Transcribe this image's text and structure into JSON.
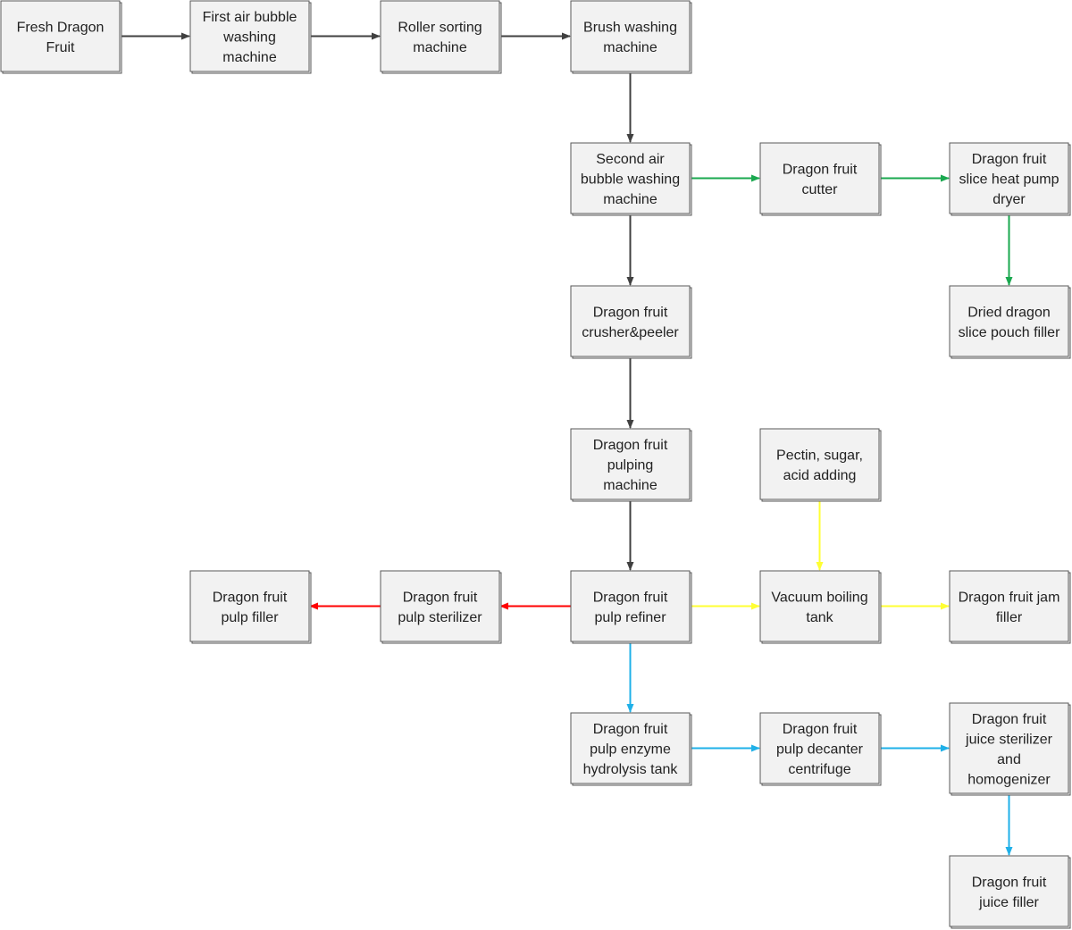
{
  "colors": {
    "main": "#404040",
    "slice": "#1aa84f",
    "jam": "#ffff33",
    "pulp": "#ff0000",
    "juice": "#1fb0e8"
  },
  "nodes": {
    "fresh": [
      "Fresh Dragon",
      "Fruit"
    ],
    "bubble1": [
      "First air bubble",
      "washing",
      "machine"
    ],
    "roller": [
      "Roller sorting",
      "machine"
    ],
    "brush": [
      "Brush washing",
      "machine"
    ],
    "bubble2": [
      "Second air",
      "bubble washing",
      "machine"
    ],
    "cutter": [
      "Dragon fruit",
      "cutter"
    ],
    "dryer": [
      "Dragon fruit",
      "slice heat pump",
      "dryer"
    ],
    "pouch": [
      "Dried dragon",
      "slice pouch filler"
    ],
    "crusher": [
      "Dragon fruit",
      "crusher&peeler"
    ],
    "pulping": [
      "Dragon fruit",
      "pulping",
      "machine"
    ],
    "pectin": [
      "Pectin, sugar,",
      "acid adding"
    ],
    "refiner": [
      "Dragon fruit",
      "pulp refiner"
    ],
    "boiling": [
      "Vacuum boiling",
      "tank"
    ],
    "jam": [
      "Dragon fruit jam",
      "filler"
    ],
    "sterilizer": [
      "Dragon fruit",
      "pulp sterilizer"
    ],
    "pulpfiller": [
      "Dragon fruit",
      "pulp filler"
    ],
    "enzyme": [
      "Dragon fruit",
      "pulp enzyme",
      "hydrolysis tank"
    ],
    "decanter": [
      "Dragon fruit",
      "pulp decanter",
      "centrifuge"
    ],
    "juicester": [
      "Dragon fruit",
      "juice sterilizer",
      "and",
      "homogenizer"
    ],
    "juicefiller": [
      "Dragon fruit",
      "juice filler"
    ]
  },
  "edges": [
    {
      "from": "fresh",
      "to": "bubble1",
      "color": "main"
    },
    {
      "from": "bubble1",
      "to": "roller",
      "color": "main"
    },
    {
      "from": "roller",
      "to": "brush",
      "color": "main"
    },
    {
      "from": "brush",
      "to": "bubble2",
      "color": "main"
    },
    {
      "from": "bubble2",
      "to": "cutter",
      "color": "slice"
    },
    {
      "from": "cutter",
      "to": "dryer",
      "color": "slice"
    },
    {
      "from": "dryer",
      "to": "pouch",
      "color": "slice"
    },
    {
      "from": "bubble2",
      "to": "crusher",
      "color": "main"
    },
    {
      "from": "crusher",
      "to": "pulping",
      "color": "main"
    },
    {
      "from": "pulping",
      "to": "refiner",
      "color": "main"
    },
    {
      "from": "pectin",
      "to": "boiling",
      "color": "jam"
    },
    {
      "from": "refiner",
      "to": "boiling",
      "color": "jam"
    },
    {
      "from": "boiling",
      "to": "jam",
      "color": "jam"
    },
    {
      "from": "refiner",
      "to": "sterilizer",
      "color": "pulp"
    },
    {
      "from": "sterilizer",
      "to": "pulpfiller",
      "color": "pulp"
    },
    {
      "from": "refiner",
      "to": "enzyme",
      "color": "juice"
    },
    {
      "from": "enzyme",
      "to": "decanter",
      "color": "juice"
    },
    {
      "from": "decanter",
      "to": "juicester",
      "color": "juice"
    },
    {
      "from": "juicester",
      "to": "juicefiller",
      "color": "juice"
    }
  ]
}
